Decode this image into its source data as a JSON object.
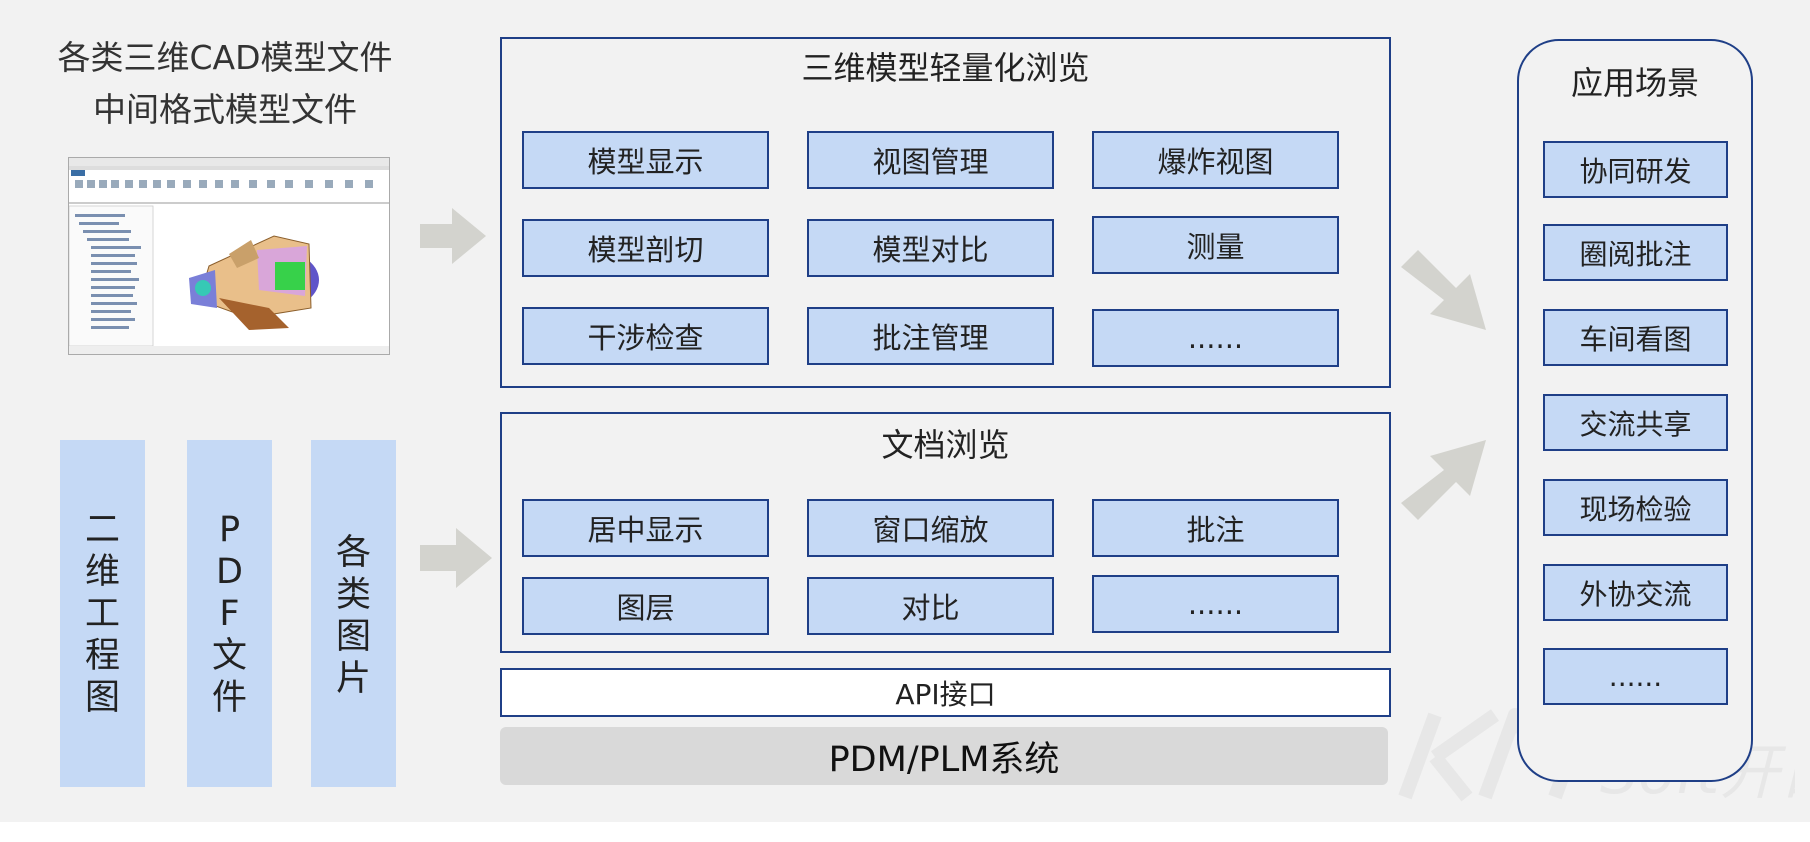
{
  "sources": {
    "cad_title_line1": "各类三维CAD模型文件",
    "cad_title_line2": "中间格式模型文件",
    "doc_columns": [
      {
        "chars": [
          "二",
          "维",
          "工",
          "程",
          "图"
        ]
      },
      {
        "chars": [
          "P",
          "D",
          "F",
          "文",
          "件"
        ]
      },
      {
        "chars": [
          "各",
          "类",
          "图",
          "片"
        ]
      }
    ]
  },
  "model_panel": {
    "title": "三维模型轻量化浏览",
    "features": [
      "模型显示",
      "视图管理",
      "爆炸视图",
      "模型剖切",
      "模型对比",
      "测量",
      "干涉检查",
      "批注管理",
      "......"
    ]
  },
  "doc_panel": {
    "title": "文档浏览",
    "features": [
      "居中显示",
      "窗口缩放",
      "批注",
      "图层",
      "对比",
      "......"
    ]
  },
  "api_label": "API接口",
  "pdm_label": "PDM/PLM系统",
  "scenarios": {
    "title": "应用场景",
    "items": [
      "协同研发",
      "圈阅批注",
      "车间看图",
      "交流共享",
      "现场检验",
      "外协交流",
      "......"
    ]
  },
  "watermark": "KMSoft开目",
  "colors": {
    "box_fill": "#c5d9f5",
    "border": "#1f3f87",
    "arrow": "#d3d3ce",
    "background": "#f2f2f2"
  }
}
